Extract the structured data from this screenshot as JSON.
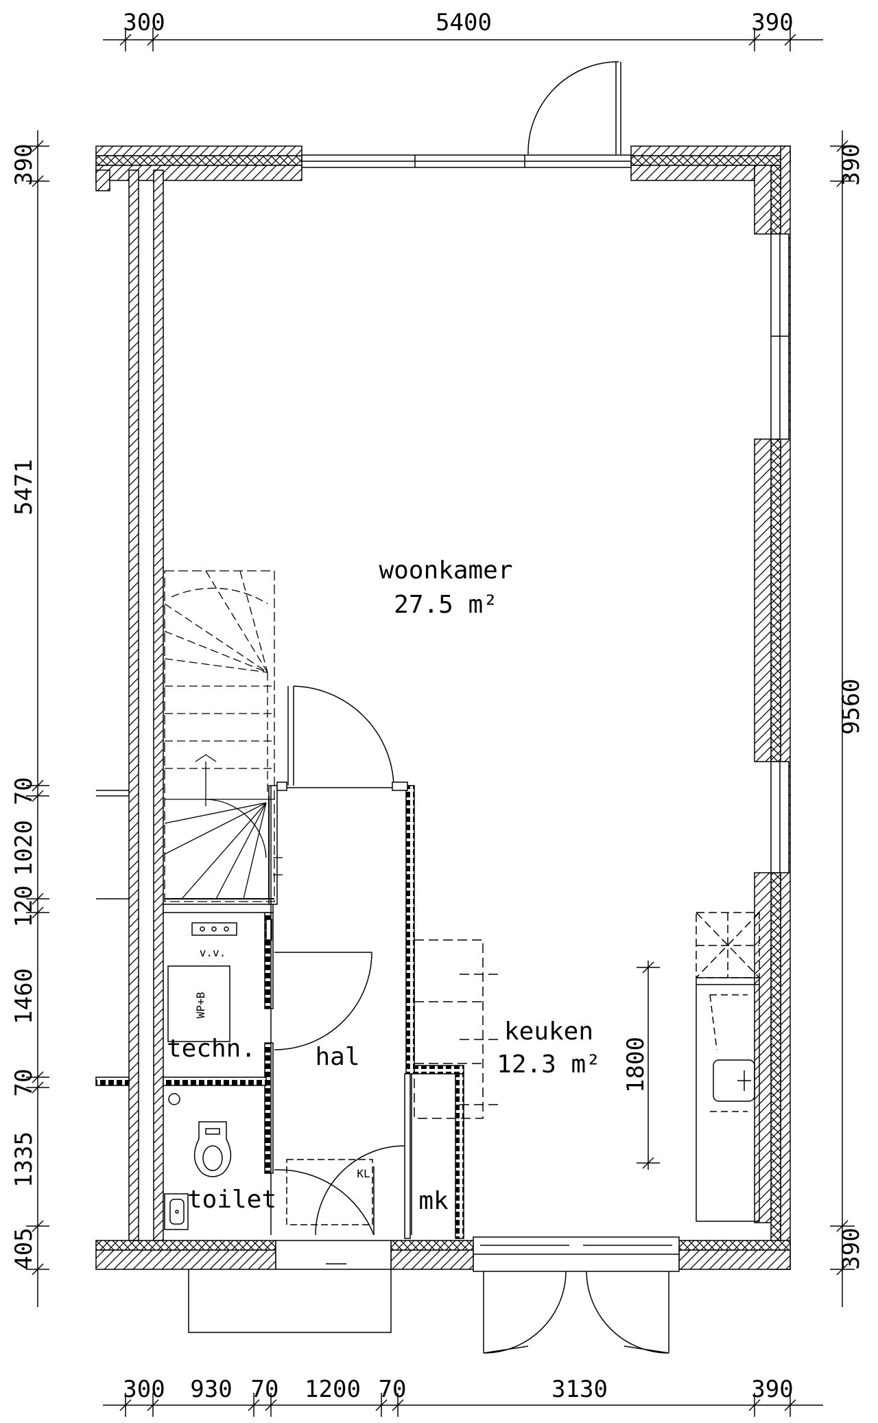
{
  "dimensions": {
    "top": [
      "300",
      "5400",
      "390"
    ],
    "bottom": [
      "300",
      "930",
      "70",
      "1200",
      "70",
      "3130",
      "390"
    ],
    "left": [
      "390",
      "5471",
      "70",
      "1020",
      "120",
      "1460",
      "70",
      "1335",
      "405"
    ],
    "right": [
      "390",
      "9560",
      "390"
    ],
    "counter": "1800"
  },
  "rooms": {
    "woonkamer": {
      "name": "woonkamer",
      "area": "27.5 m²"
    },
    "keuken": {
      "name": "keuken",
      "area": "12.3 m²"
    },
    "hal": {
      "name": "hal"
    },
    "techn": {
      "name": "techn."
    },
    "toilet": {
      "name": "toilet"
    },
    "mk": {
      "name": "mk"
    }
  },
  "fixtures": {
    "wp": "WP+B",
    "vv": "v.v.",
    "kl": "KL"
  }
}
